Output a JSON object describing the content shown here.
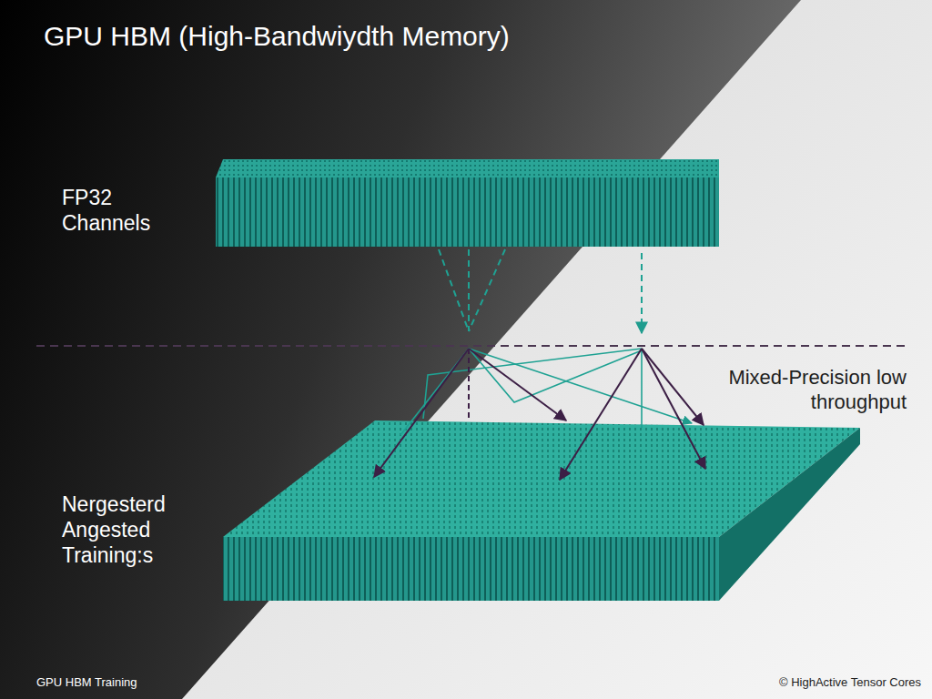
{
  "diagram": {
    "title": "GPU HBM (High-Bandwiydth Memory)",
    "labels": [
      "FP32 Channels",
      "Mixed-Precision low throughput",
      "Nergesterd Angested Training:s",
      "GPU HBM Training",
      "© HighActive Tensor Cores"
    ]
  }
}
